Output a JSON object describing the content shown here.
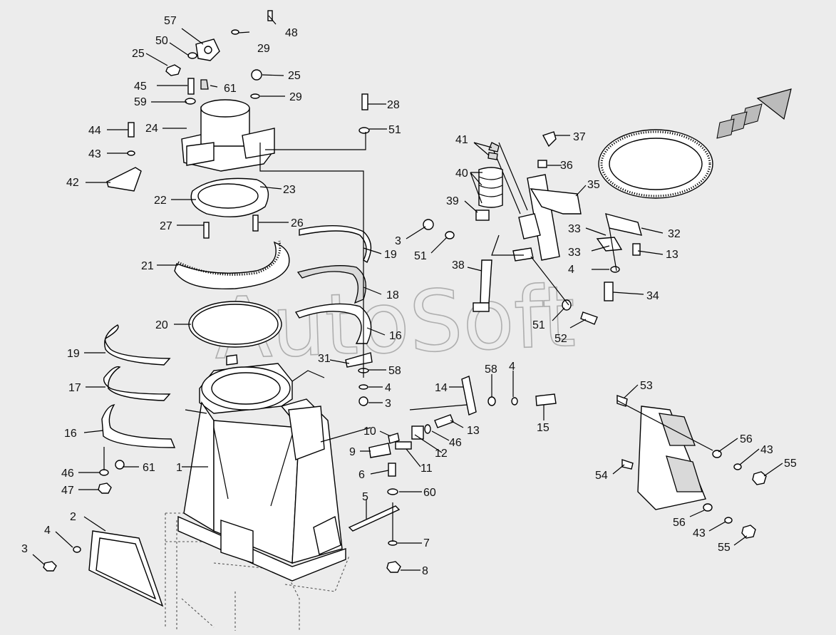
{
  "watermark": "AutoSoft",
  "labels": {
    "l1": "1",
    "l2": "2",
    "l3a": "3",
    "l3b": "3",
    "l3c": "3",
    "l4a": "4",
    "l4b": "4",
    "l4c": "4",
    "l4d": "4",
    "l5": "5",
    "l6": "6",
    "l7": "7",
    "l8": "8",
    "l9": "9",
    "l10": "10",
    "l11": "11",
    "l12": "12",
    "l13a": "13",
    "l13b": "13",
    "l14": "14",
    "l15": "15",
    "l16a": "16",
    "l16b": "16",
    "l17": "17",
    "l18": "18",
    "l19a": "19",
    "l19b": "19",
    "l20": "20",
    "l21": "21",
    "l22": "22",
    "l23": "23",
    "l24": "24",
    "l25a": "25",
    "l25b": "25",
    "l26": "26",
    "l27": "27",
    "l28": "28",
    "l29a": "29",
    "l29b": "29",
    "l31": "31",
    "l32": "32",
    "l33a": "33",
    "l33b": "33",
    "l34": "34",
    "l35": "35",
    "l36": "36",
    "l37": "37",
    "l38": "38",
    "l39": "39",
    "l40": "40",
    "l41": "41",
    "l42": "42",
    "l43a": "43",
    "l43b": "43",
    "l43c": "43",
    "l44": "44",
    "l45": "45",
    "l46a": "46",
    "l46b": "46",
    "l47": "47",
    "l48": "48",
    "l50": "50",
    "l51a": "51",
    "l51b": "51",
    "l51c": "51",
    "l52": "52",
    "l53": "53",
    "l54": "54",
    "l55a": "55",
    "l55b": "55",
    "l56a": "56",
    "l56b": "56",
    "l57": "57",
    "l58a": "58",
    "l58b": "58",
    "l59": "59",
    "l60": "60",
    "l61a": "61",
    "l61b": "61"
  },
  "colors": {
    "background": "#ececec",
    "ink": "#000000",
    "watermark": "#9a9a9a",
    "fill": "#ffffff",
    "shade": "#d9d9d9"
  },
  "icons": {
    "direction_arrow": "direction-arrow-icon"
  }
}
